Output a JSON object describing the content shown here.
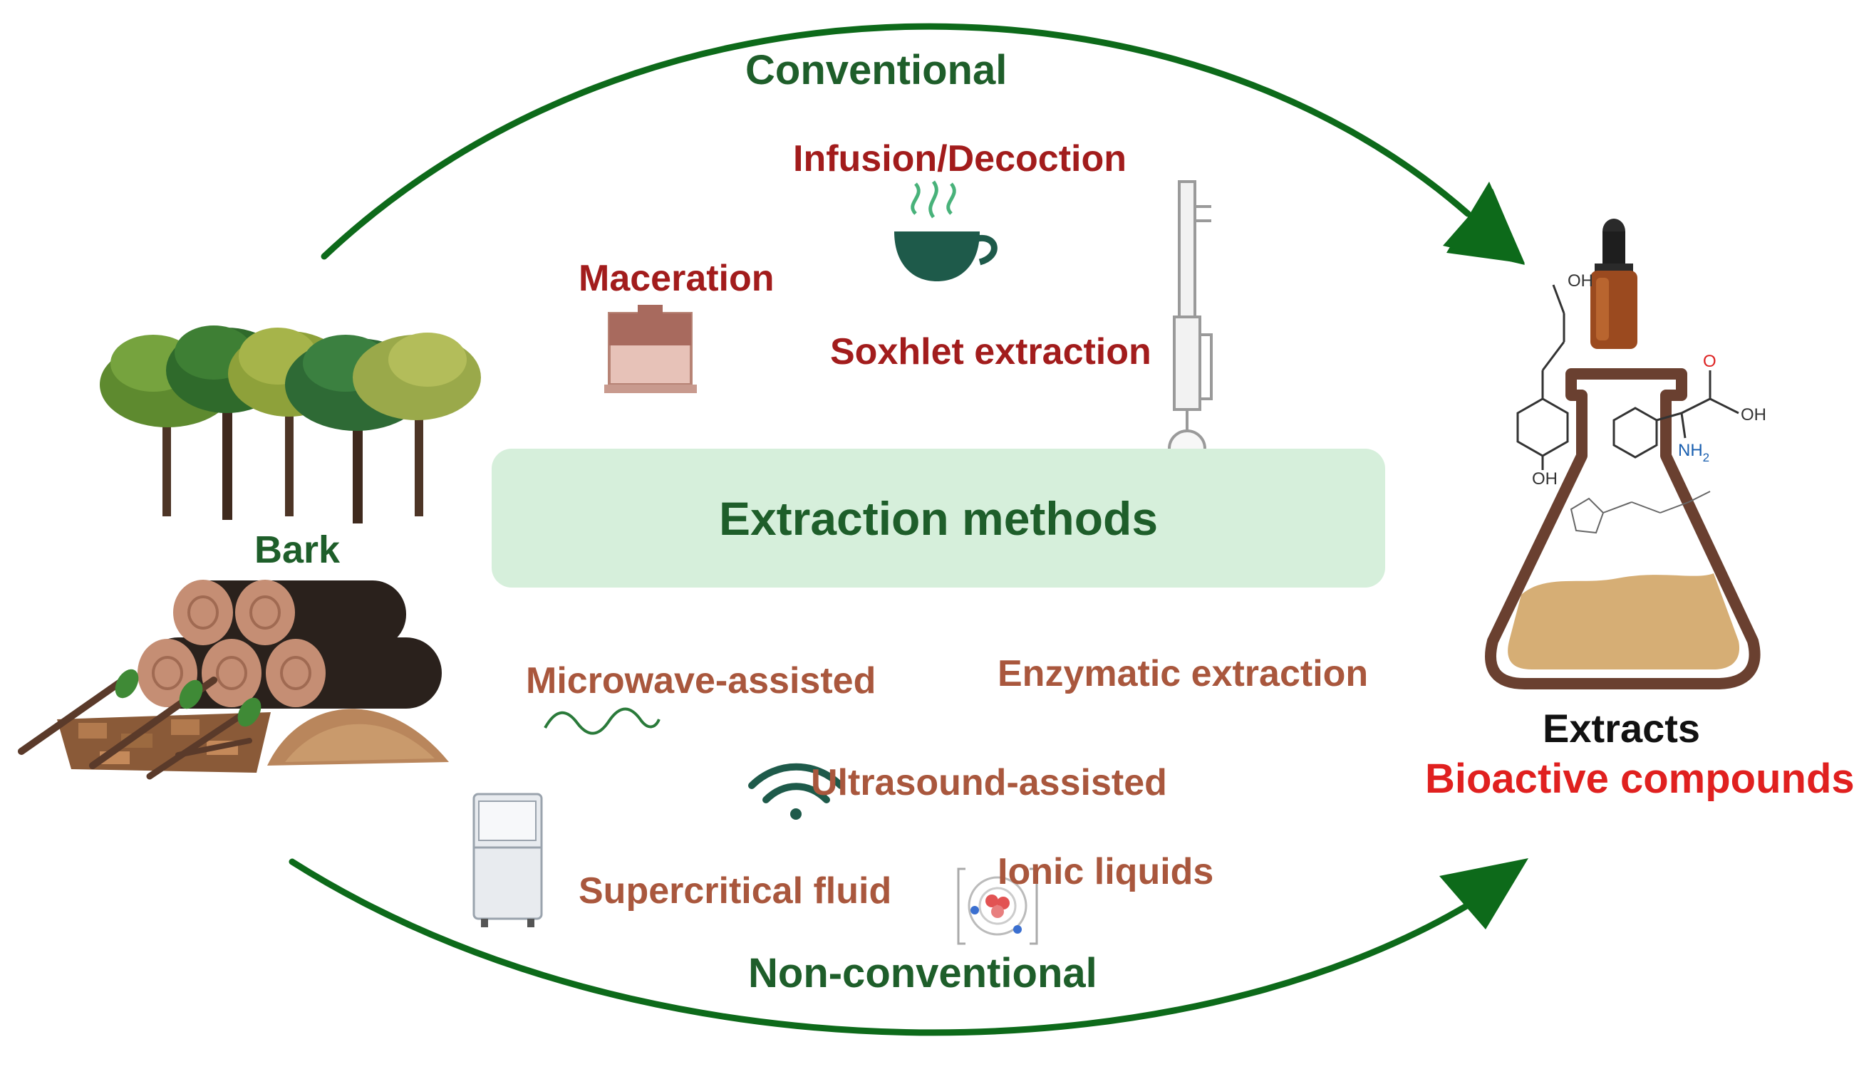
{
  "diagram": {
    "center_label": "Extraction methods",
    "source_label": "Bark",
    "top_category": "Conventional",
    "bottom_category": "Non-conventional",
    "conventional_methods": [
      "Infusion/Decoction",
      "Maceration",
      "Soxhlet extraction"
    ],
    "nonconventional_methods": [
      "Microwave-assisted",
      "Enzymatic extraction",
      "Ultrasound-assisted",
      "Supercritical fluid",
      "Ionic liquids"
    ],
    "output_title": "Extracts",
    "output_subtitle": "Bioactive compounds",
    "molecule_labels": {
      "oh1": "OH",
      "oh2": "OH",
      "oh3": "OH",
      "o": "O",
      "nh2": "NH",
      "sub2": "2"
    }
  },
  "colors": {
    "dark_green": "#1e5e2a",
    "arrow_green": "#0d6a1a",
    "conventional_red": "#a21c1c",
    "nonconventional_brown": "#a9573d",
    "box_fill": "#d6efdb",
    "bioactive_red": "#e0201f"
  },
  "icons": [
    "tree-icon",
    "log-icon",
    "sawdust-pile-icon",
    "wood-chips-icon",
    "tea-cup-icon",
    "maceration-vessel-icon",
    "soxhlet-apparatus-icon",
    "microwave-wave-icon",
    "wifi-signal-icon",
    "supercritical-unit-icon",
    "atom-icon",
    "dropper-bottle-icon",
    "erlenmeyer-flask-icon",
    "molecule-structure-icon"
  ]
}
